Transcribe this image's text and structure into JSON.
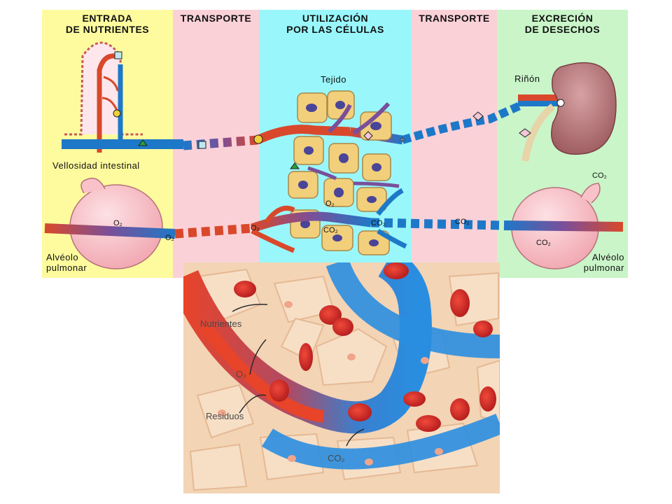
{
  "diagram": {
    "panels": [
      {
        "id": "entrada",
        "header": "ENTRADA\nDE NUTRIENTES"
      },
      {
        "id": "transporte1",
        "header": "TRANSPORTE"
      },
      {
        "id": "utilizacion",
        "header": "UTILIZACIÓN\nPOR LAS CÉLULAS"
      },
      {
        "id": "transporte2",
        "header": "TRANSPORTE"
      },
      {
        "id": "excrecion",
        "header": "EXCRECIÓN\nDE DESECHOS"
      }
    ],
    "labels": {
      "vellosidad": "Vellosidad intestinal",
      "alveolo_left": "Alvéolo\npulmonar",
      "alveolo_right": "Alvéolo\npulmonar",
      "tejido": "Tejido",
      "rinon": "Riñón"
    },
    "gas_labels": {
      "o2": "O₂",
      "co2": "CO₂"
    },
    "colors": {
      "artery": "#d9482b",
      "vein": "#1e78c8",
      "cell": "#f2cf7a",
      "nucleus": "#4a4598"
    }
  },
  "photo": {
    "labels": {
      "nutrientes": "Nutrientes",
      "o2": "O₂",
      "residuos": "Residuos",
      "co2": "CO₂"
    }
  }
}
